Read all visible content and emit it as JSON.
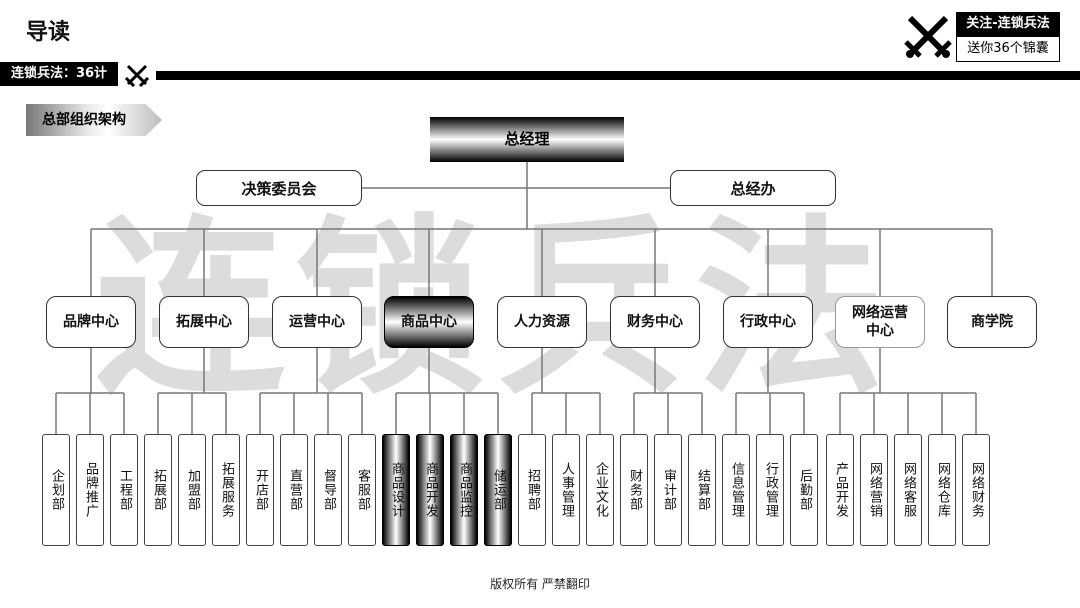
{
  "header": {
    "title": "导读",
    "tag": "连锁兵法：36计",
    "badge_top": "关注-连锁兵法",
    "badge_bottom": "送你36个锦囊"
  },
  "section_label": "总部组织架构",
  "watermark": "连锁兵法",
  "org": {
    "general_manager": "总经理",
    "left_office": "决策委员会",
    "right_office": "总经办",
    "centers": [
      {
        "label": "品牌中心",
        "depts": [
          "企划部",
          "品牌推广",
          "工程部"
        ]
      },
      {
        "label": "拓展中心",
        "depts": [
          "拓展部",
          "加盟部",
          "拓展服务"
        ]
      },
      {
        "label": "运营中心",
        "depts": [
          "开店部",
          "直营部",
          "督导部",
          "客服部"
        ]
      },
      {
        "label": "商品中心",
        "depts": [
          "商品设计",
          "商品开发",
          "商品监控",
          "储运部"
        ]
      },
      {
        "label": "人力资源",
        "depts": [
          "招聘部",
          "人事管理",
          "企业文化"
        ]
      },
      {
        "label": "财务中心",
        "depts": [
          "财务部",
          "审计部",
          "结算部"
        ]
      },
      {
        "label": "行政中心",
        "depts": [
          "信息管理",
          "行政管理",
          "后勤部"
        ]
      },
      {
        "label": "网络运营中心",
        "depts": [
          "产品开发",
          "网络营销",
          "网络客服",
          "网络仓库",
          "网络财务"
        ]
      },
      {
        "label": "商学院",
        "depts": []
      }
    ]
  },
  "footer": "版权所有 严禁翻印"
}
